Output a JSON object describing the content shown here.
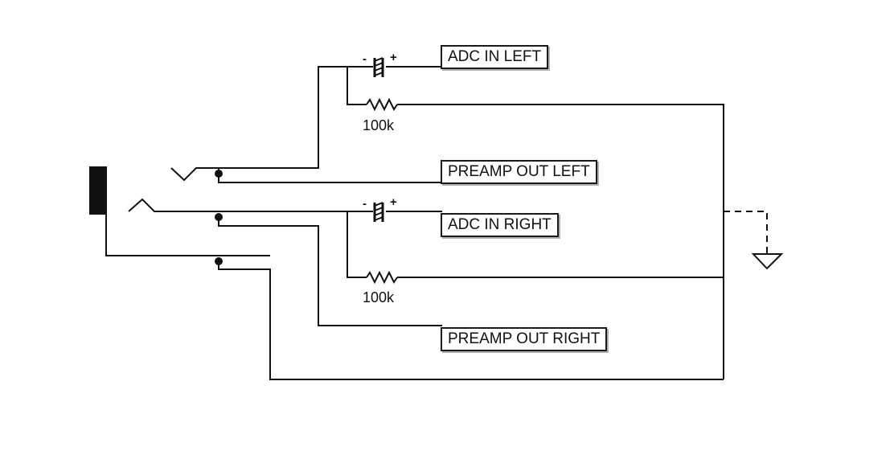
{
  "labels": {
    "adc_in_left": "ADC IN LEFT",
    "preamp_out_left": "PREAMP OUT LEFT",
    "adc_in_right": "ADC IN RIGHT",
    "preamp_out_right": "PREAMP OUT RIGHT"
  },
  "resistors": {
    "left_value": "100k",
    "right_value": "100k"
  },
  "capacitors": {
    "minus_sign": "-",
    "plus_sign": "+"
  },
  "colors": {
    "line": "#111111"
  }
}
